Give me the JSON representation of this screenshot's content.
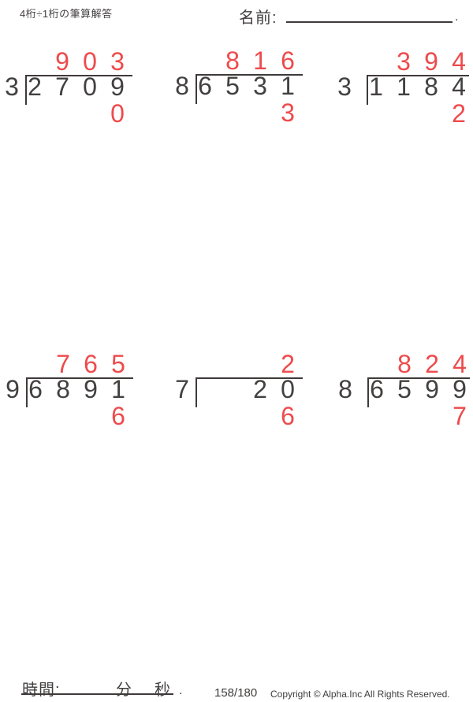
{
  "header": {
    "title": "4桁÷1桁の筆算解答",
    "name_label": "名前:",
    "name_line_period": "."
  },
  "problems": [
    {
      "divisor": "3",
      "dividend": [
        "2",
        "7",
        "0",
        "9"
      ],
      "quotient": [
        "9",
        "0",
        "3"
      ],
      "remainder": "0"
    },
    {
      "divisor": "8",
      "dividend": [
        "6",
        "5",
        "3",
        "1"
      ],
      "quotient": [
        "8",
        "1",
        "6"
      ],
      "remainder": "3"
    },
    {
      "divisor": "3",
      "dividend": [
        "1",
        "1",
        "8",
        "4"
      ],
      "quotient": [
        "3",
        "9",
        "4"
      ],
      "remainder": "2"
    },
    {
      "divisor": "9",
      "dividend": [
        "6",
        "8",
        "9",
        "1"
      ],
      "quotient": [
        "7",
        "6",
        "5"
      ],
      "remainder": "6"
    },
    {
      "divisor": "7",
      "dividend": [
        "",
        "",
        "2",
        "0"
      ],
      "quotient": [
        "",
        "",
        "2"
      ],
      "remainder": "6"
    },
    {
      "divisor": "8",
      "dividend": [
        "6",
        "5",
        "9",
        "9"
      ],
      "quotient": [
        "8",
        "2",
        "4"
      ],
      "remainder": "7"
    }
  ],
  "footer": {
    "time_label": "時間:",
    "minutes_label": "分",
    "seconds_label": "秒",
    "time_line_period": ".",
    "page_number": "158/180",
    "copyright": "Copyright © Alpha.Inc All Rights Reserved."
  },
  "colors": {
    "ink": "#434040",
    "line": "#3e3a39",
    "answer": "#ee4a4c"
  }
}
